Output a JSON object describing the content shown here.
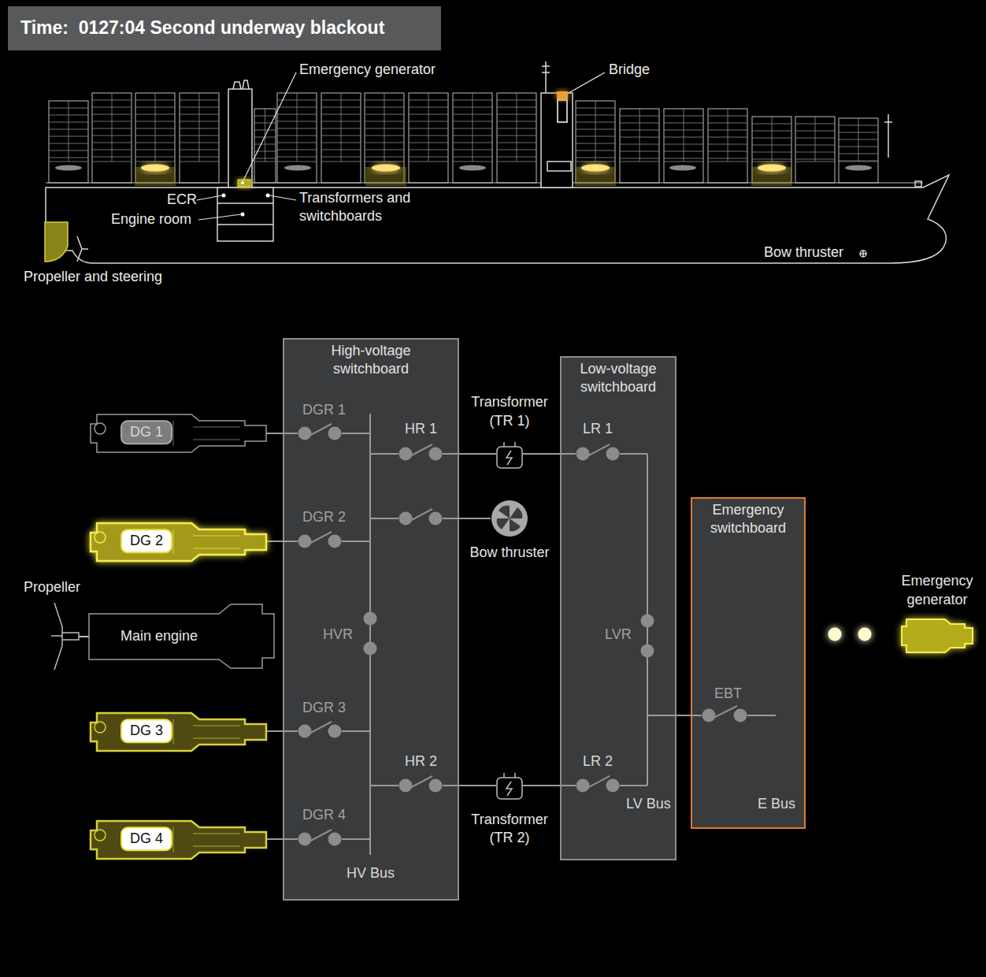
{
  "diagram": {
    "title": "Time:  0127:04 Second underway blackout",
    "nodes": [
      {
        "text": [
          "DG 1"
        ]
      },
      {
        "text": [
          "DG 2"
        ]
      },
      {
        "text": [
          "Propeller"
        ]
      },
      {
        "text": [
          "Main engine"
        ]
      },
      {
        "text": [
          "DG 3"
        ]
      },
      {
        "text": [
          "DG 4"
        ]
      },
      {
        "text": [
          "High-voltage switchboard"
        ]
      },
      {
        "text": [
          "Transformer (TR 1)"
        ]
      },
      {
        "text": [
          "Bow thruster"
        ]
      },
      {
        "text": [
          "Transformer (TR 2)"
        ]
      },
      {
        "text": [
          "Low-voltage switchboard"
        ]
      },
      {
        "text": [
          "Emergency switchboard"
        ]
      },
      {
        "text": [
          "Emergency generator"
        ]
      }
    ],
    "edges": [
      {
        "from": 0,
        "to": 6,
        "arrow": "none"
      },
      {
        "from": 1,
        "to": 6,
        "arrow": "none"
      },
      {
        "from": 4,
        "to": 6,
        "arrow": "none"
      },
      {
        "from": 5,
        "to": 6,
        "arrow": "none"
      },
      {
        "from": 6,
        "to": 7,
        "arrow": "none"
      },
      {
        "from": 7,
        "to": 10,
        "arrow": "none"
      },
      {
        "from": 6,
        "to": 8,
        "arrow": "none"
      },
      {
        "from": 6,
        "to": 9,
        "arrow": "none"
      },
      {
        "from": 9,
        "to": 10,
        "arrow": "none"
      },
      {
        "from": 10,
        "to": 11,
        "arrow": "none"
      },
      {
        "from": 12,
        "to": 11,
        "arrow": "none"
      },
      {
        "from": 3,
        "to": 2,
        "arrow": "none"
      }
    ],
    "labels": [
      "Emergency generator",
      "Bridge",
      "ECR",
      "Transformers and switchboards",
      "Engine room",
      "Propeller and steering",
      "Bow thruster",
      "DGR 1",
      "HR 1",
      "DGR 2",
      "HVR",
      "DGR 3",
      "HR 2",
      "DGR 4",
      "HV Bus",
      "LR 1",
      "LVR",
      "LR 2",
      "LV Bus",
      "EBT",
      "E Bus"
    ]
  }
}
